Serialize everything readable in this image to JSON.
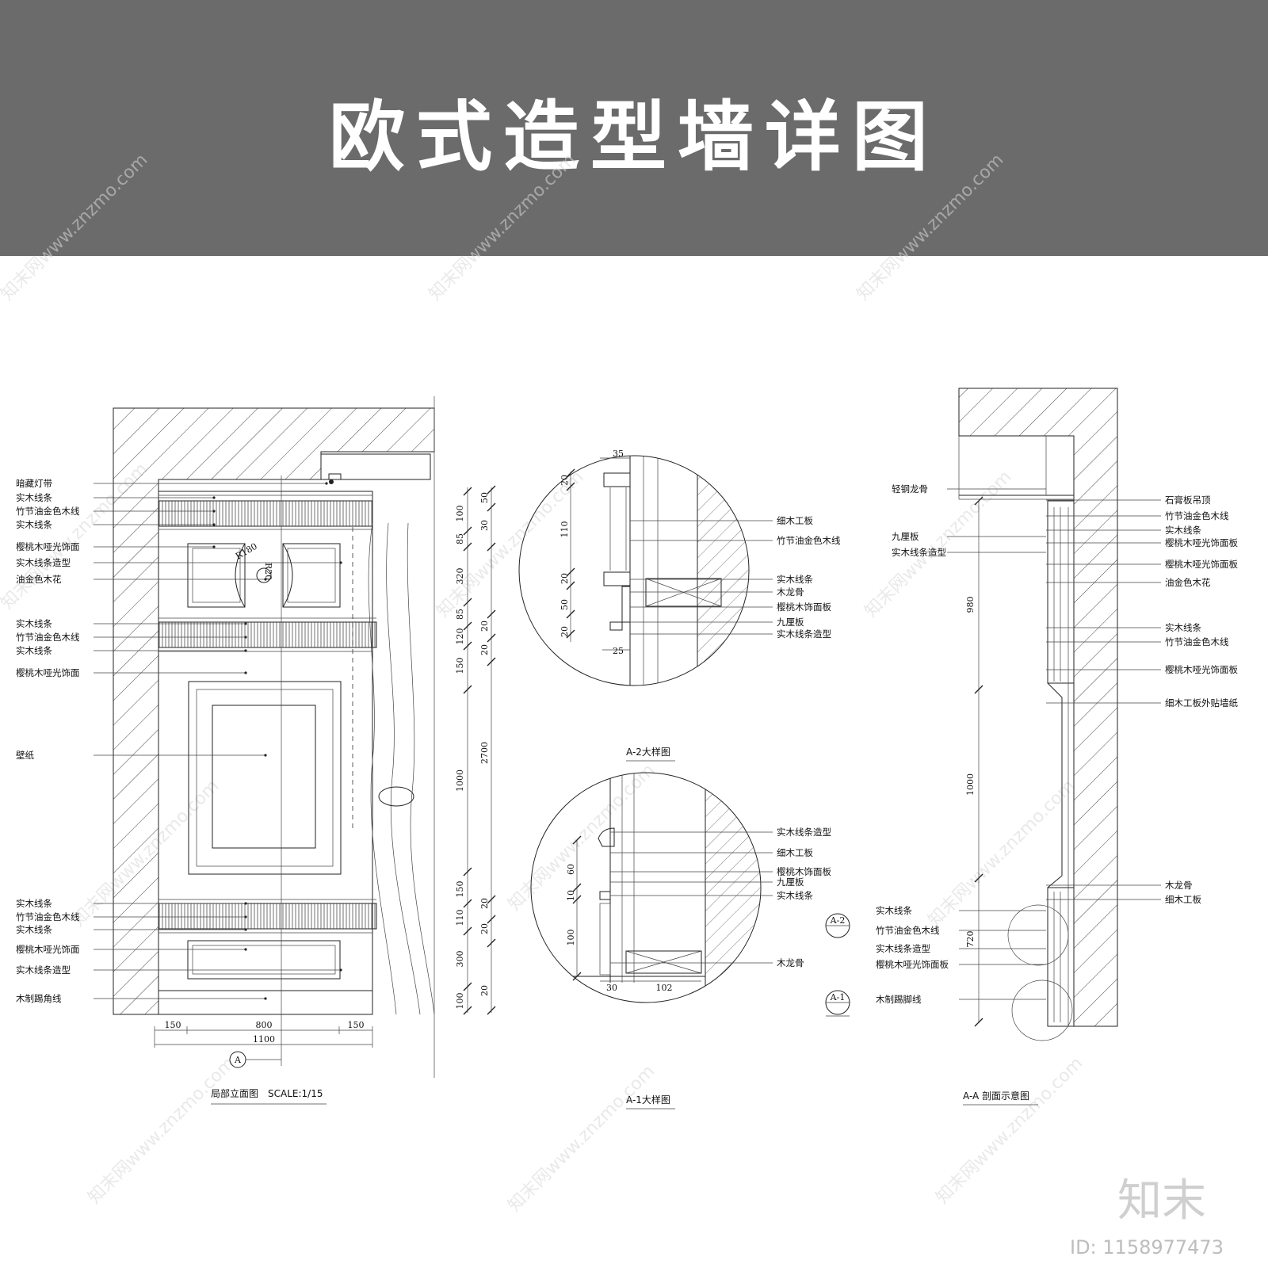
{
  "banner": {
    "title": "欧式造型墙详图"
  },
  "watermark": {
    "text": "知末网www.znzmo.com"
  },
  "brand": {
    "mark": "知末",
    "id_label": "ID: 1158977473"
  },
  "elevation": {
    "caption": "局部立面图　SCALE:1/15",
    "labels": [
      "暗藏灯带",
      "实木线条",
      "竹节油金色木线",
      "实木线条",
      "樱桃木哑光饰面",
      "实木线条造型",
      "油金色木花",
      "实木线条",
      "竹节油金色木线",
      "实木线条",
      "樱桃木哑光饰面",
      "壁纸",
      "实木线条",
      "竹节油金色木线",
      "实木线条",
      "樱桃木哑光饰面",
      "实木线条造型",
      "木制踢角线"
    ],
    "radius_labels": [
      "R180",
      "R20"
    ],
    "dims_bottom": [
      "150",
      "800",
      "150",
      "1100"
    ],
    "dims_left": [
      "100",
      "85",
      "320",
      "85",
      "120",
      "150",
      "1000",
      "150",
      "110",
      "300",
      "100"
    ],
    "dims_right": [
      "50",
      "30",
      "20",
      "20",
      "2700",
      "20",
      "20",
      "20"
    ],
    "section_mark": "A"
  },
  "detail_a2": {
    "caption": "A-2大样图",
    "labels": [
      "细木工板",
      "竹节油金色木线",
      "实木线条",
      "木龙骨",
      "樱桃木饰面板",
      "九厘板",
      "实木线条造型"
    ],
    "dims": [
      "35",
      "20",
      "110",
      "20",
      "50",
      "20",
      "25"
    ]
  },
  "detail_a1": {
    "caption": "A-1大样图",
    "labels": [
      "实木线条造型",
      "细木工板",
      "樱桃木饰面板",
      "九厘板",
      "实木线条",
      "木龙骨"
    ],
    "dims": [
      "60",
      "10",
      "100",
      "30",
      "102"
    ]
  },
  "section_aa": {
    "caption": "A-A 剖面示意图",
    "labels_left": [
      "轻钢龙骨",
      "九厘板",
      "实木线条造型",
      "实木线条",
      "竹节油金色木线",
      "实木线条造型",
      "樱桃木哑光饰面板",
      "木制踢脚线"
    ],
    "labels_right": [
      "石膏板吊顶",
      "竹节油金色木线",
      "实木线条",
      "樱桃木哑光饰面板",
      "樱桃木哑光饰面板",
      "油金色木花",
      "实木线条",
      "竹节油金色木线",
      "樱桃木哑光饰面板",
      "细木工板外贴墙纸",
      "木龙骨",
      "细木工板"
    ],
    "dims": [
      "980",
      "1000",
      "720"
    ],
    "markers": [
      "A-2",
      "A-1"
    ]
  }
}
